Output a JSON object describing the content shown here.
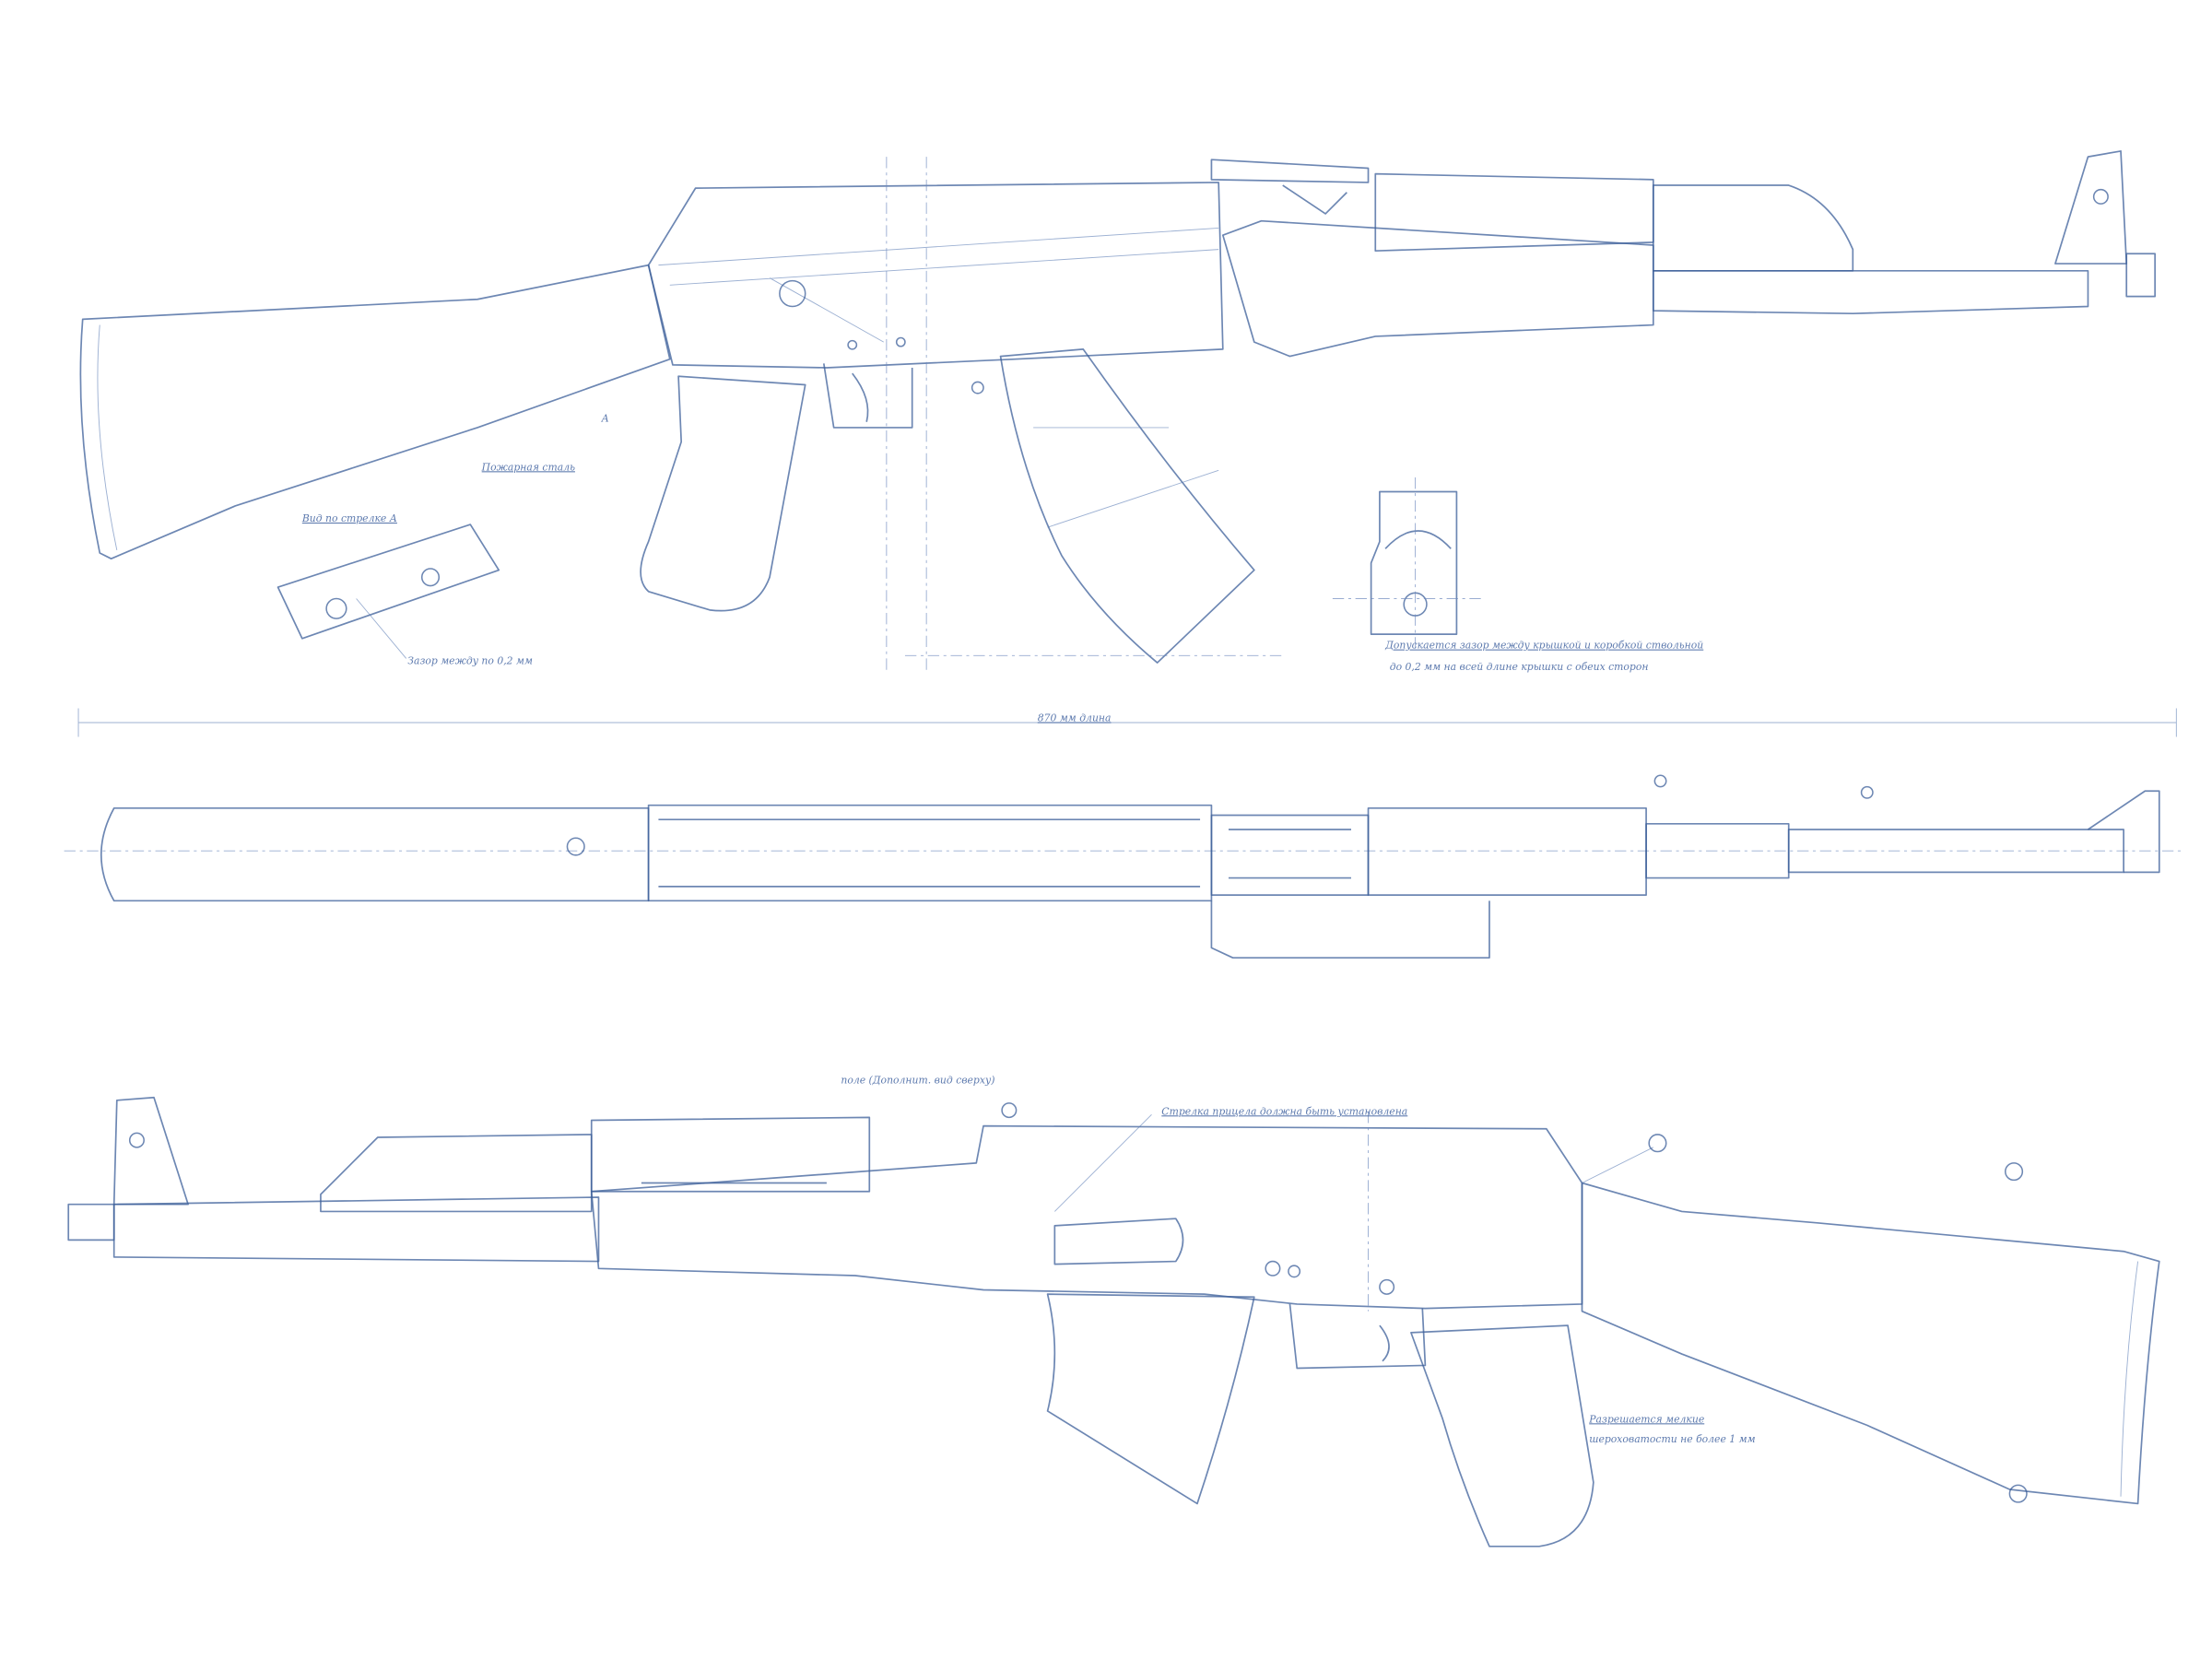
{
  "drawing": {
    "top_view": {
      "label_a": "А",
      "material_note": "Пожарная сталь",
      "section_label": "Вид по стрелке А",
      "stock_detail_note": "Зазор между по 0,2 мм",
      "sight_note_line1": "Допускается зазор между крышкой и коробкой ствольной",
      "sight_note_line2": "до 0,2 мм на всей длине крышки с обеих сторон"
    },
    "dimension": {
      "overall_length": "870 мм длина"
    },
    "bottom_view": {
      "title_note": "поле (Дополнит. вид сверху)",
      "callout_note": "Стрелка прицела должна быть установлена",
      "stock_note_line1": "Разрешается мелкие",
      "stock_note_line2": "шероховатости не более 1 мм"
    },
    "colors": {
      "line": "#3c5f9a",
      "background": "#ffffff"
    }
  }
}
